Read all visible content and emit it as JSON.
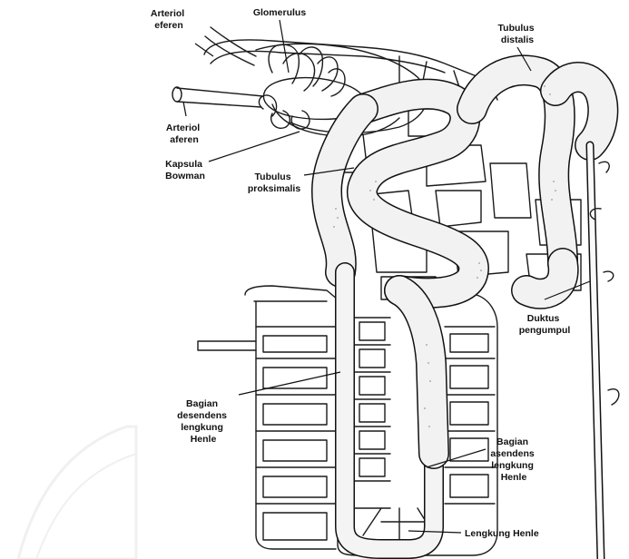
{
  "diagram": {
    "labels": {
      "arteriol_eferen": [
        "Arteriol",
        "eferen"
      ],
      "glomerulus": [
        "Glomerulus"
      ],
      "tubulus_distalis": [
        "Tubulus",
        "distalis"
      ],
      "arteriol_aferen": [
        "Arteriol",
        "aferen"
      ],
      "kapsula_bowman": [
        "Kapsula",
        "Bowman"
      ],
      "tubulus_proksimalis": [
        "Tubulus",
        "proksimalis"
      ],
      "duktus_pengumpul": [
        "Duktus",
        "pengumpul"
      ],
      "bagian_desendens": [
        "Bagian",
        "desendens",
        "lengkung",
        "Henle"
      ],
      "bagian_asendens": [
        "Bagian",
        "asendens",
        "lengkung",
        "Henle"
      ],
      "lengkung_henle": [
        "Lengkung Henle"
      ]
    }
  }
}
